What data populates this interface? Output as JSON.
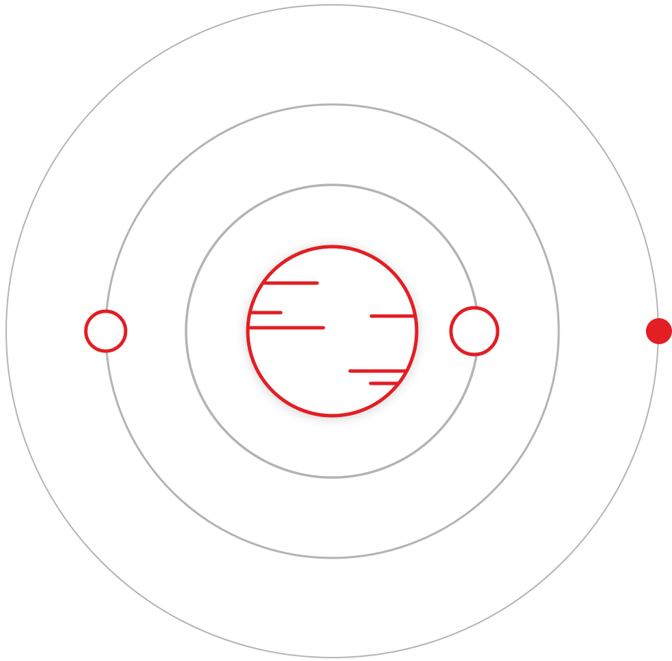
{
  "diagram": {
    "kind": "planetary-orbits-illustration",
    "colors": {
      "background": "#ffffff",
      "orbit": "#b3b3b3",
      "accent": "#e31e24"
    },
    "orbits": [
      {
        "name": "inner-orbit"
      },
      {
        "name": "middle-orbit"
      },
      {
        "name": "outer-orbit"
      }
    ],
    "central_body": {
      "name": "central-planet",
      "style": "outlined",
      "has_stripes": true,
      "has_glow": true
    },
    "satellites": [
      {
        "name": "inner-moon",
        "orbit": "inner-orbit",
        "side": "right",
        "style": "outlined"
      },
      {
        "name": "middle-moon",
        "orbit": "middle-orbit",
        "side": "left",
        "style": "outlined"
      },
      {
        "name": "outer-moon",
        "orbit": "outer-orbit",
        "side": "right",
        "style": "filled"
      }
    ]
  }
}
